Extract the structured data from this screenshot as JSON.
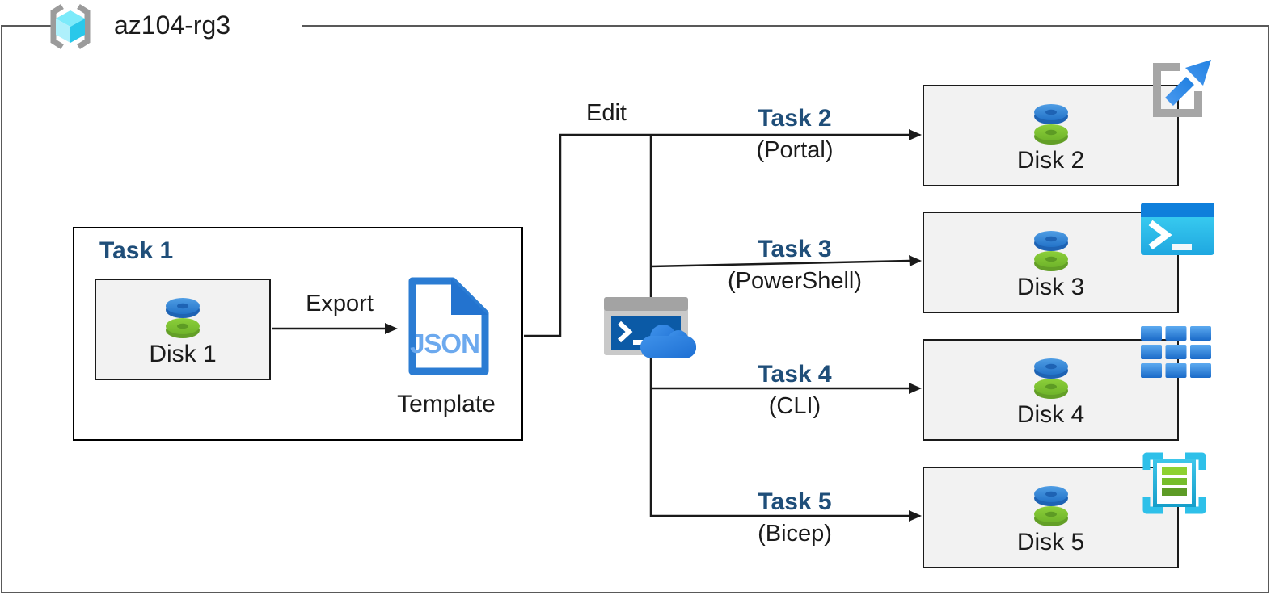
{
  "colors": {
    "frame_border": "#595959",
    "box_border": "#000000",
    "disk_box_fill": "#F2F2F2",
    "task_label": "#1F4E79",
    "text": "#1B1B1B",
    "azure_blue": "#2B7CD3",
    "json_text_blue": "#6CA9EE",
    "disk_blue": "#3585D6",
    "disk_green": "#76BC2D",
    "rg_cyan": "#50E6FF",
    "bicep_cyan": "#2EC0E9"
  },
  "diagram": {
    "group_label": "az104-rg3",
    "edit_label": "Edit",
    "task1": {
      "label": "Task 1",
      "disk_label": "Disk 1",
      "export_label": "Export",
      "doc_text": "JSON",
      "template_label": "Template"
    },
    "branches": [
      {
        "task": "Task 2",
        "method": "(Portal)",
        "disk_label": "Disk 2",
        "icon": "portal-icon"
      },
      {
        "task": "Task 3",
        "method": "(PowerShell)",
        "disk_label": "Disk 3",
        "icon": "powershell-icon"
      },
      {
        "task": "Task 4",
        "method": "(CLI)",
        "disk_label": "Disk 4",
        "icon": "cli-icon"
      },
      {
        "task": "Task 5",
        "method": "(Bicep)",
        "disk_label": "Disk 5",
        "icon": "bicep-icon"
      }
    ]
  }
}
